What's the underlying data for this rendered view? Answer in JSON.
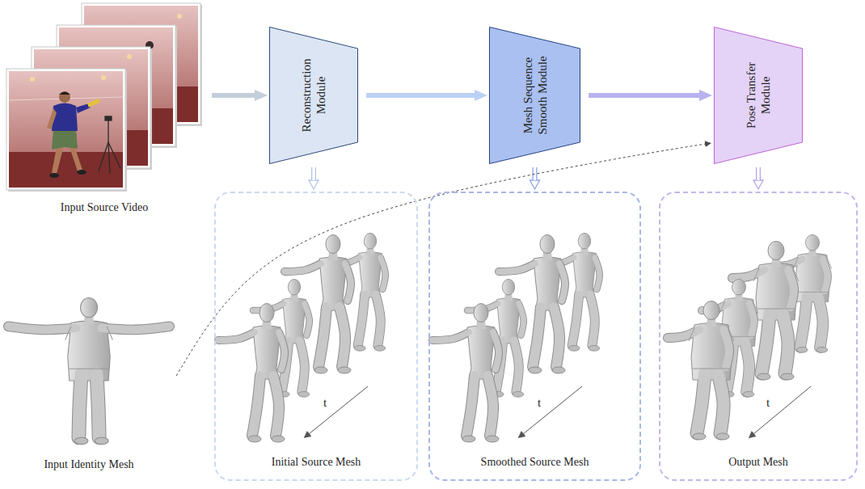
{
  "diagram": {
    "nodes": [
      {
        "text": [
          "Input Source Video"
        ]
      },
      {
        "text": [
          "Reconstruction Module"
        ]
      },
      {
        "text": [
          "Mesh Sequence Smooth Module"
        ]
      },
      {
        "text": [
          "Pose Transfer Module"
        ]
      },
      {
        "text": [
          "Initial Source Mesh"
        ]
      },
      {
        "text": [
          "Smoothed Source Mesh"
        ]
      },
      {
        "text": [
          "Output Mesh"
        ]
      },
      {
        "text": [
          "Input Identity Mesh"
        ]
      }
    ],
    "edges": [
      {
        "from": 0,
        "to": 1,
        "arrow": "to"
      },
      {
        "from": 1,
        "to": 2,
        "arrow": "to"
      },
      {
        "from": 2,
        "to": 3,
        "arrow": "to"
      },
      {
        "from": 1,
        "to": 4,
        "arrow": "to"
      },
      {
        "from": 2,
        "to": 5,
        "arrow": "to"
      },
      {
        "from": 3,
        "to": 6,
        "arrow": "to"
      },
      {
        "from": 7,
        "to": 3,
        "arrow": "to"
      }
    ],
    "labels": [
      "t",
      "t",
      "t"
    ]
  }
}
